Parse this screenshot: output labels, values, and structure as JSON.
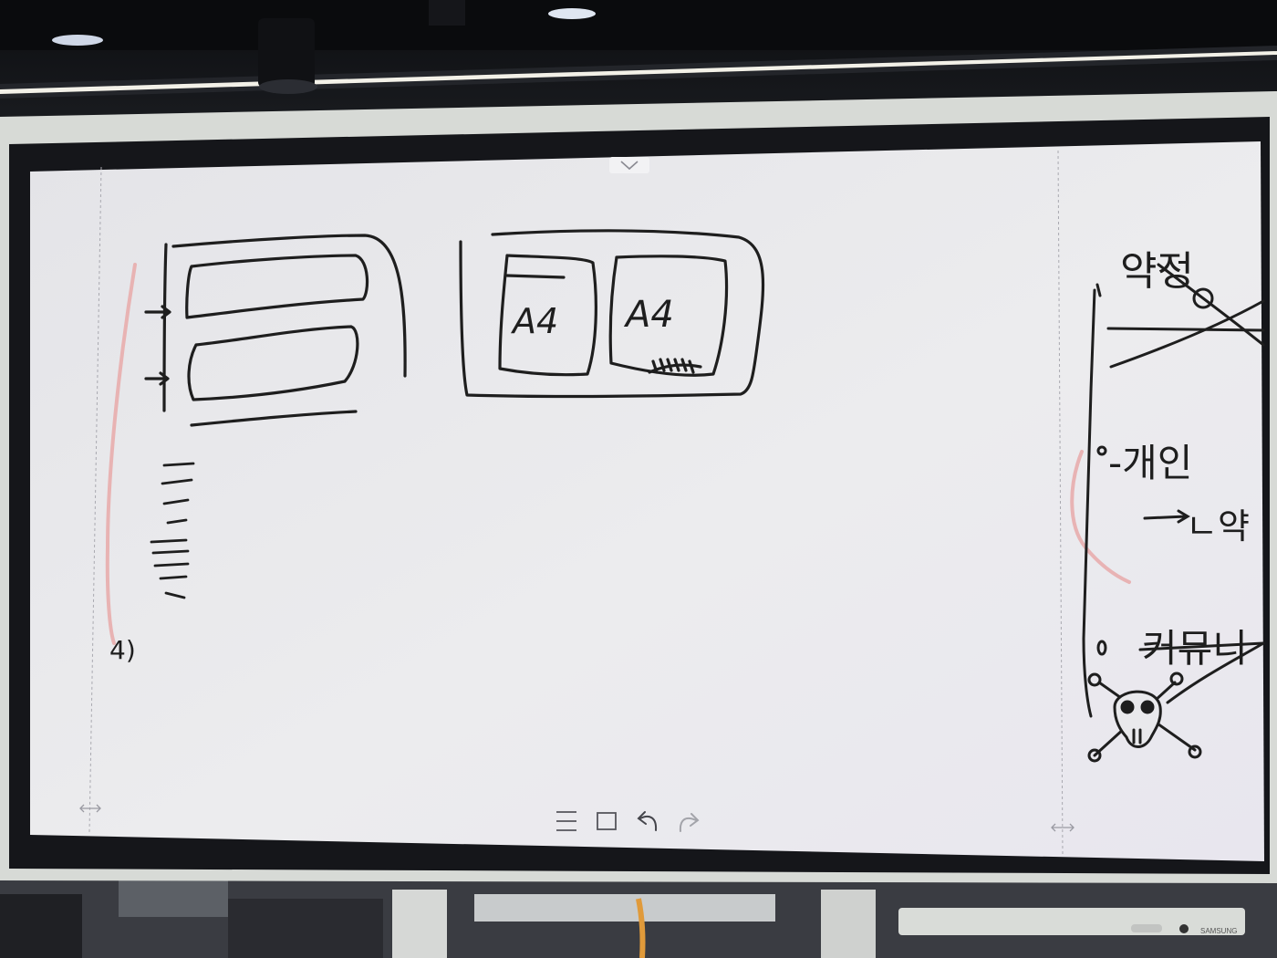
{
  "whiteboard": {
    "box_label_left": "A4",
    "box_label_right": "A4",
    "list_marker": "4)",
    "right_line_1": "약정",
    "right_line_2": "-개인",
    "right_line_3": "ㄴ약",
    "right_line_4": "커뮤니"
  },
  "bezel": {
    "brand": "SAMSUNG"
  },
  "toolbar": {
    "menu_icon": "menu-icon",
    "page_icon": "page-icon",
    "undo_icon": "undo-icon",
    "redo_icon": "redo-icon",
    "expand_icon": "chevron-down-icon",
    "resize_icon": "resize-arrows-icon"
  },
  "colors": {
    "ink": "#1e1e1e",
    "highlighter": "#e8a9a9",
    "board": "#e9e9ec",
    "bezel": "#d9dcd8"
  }
}
